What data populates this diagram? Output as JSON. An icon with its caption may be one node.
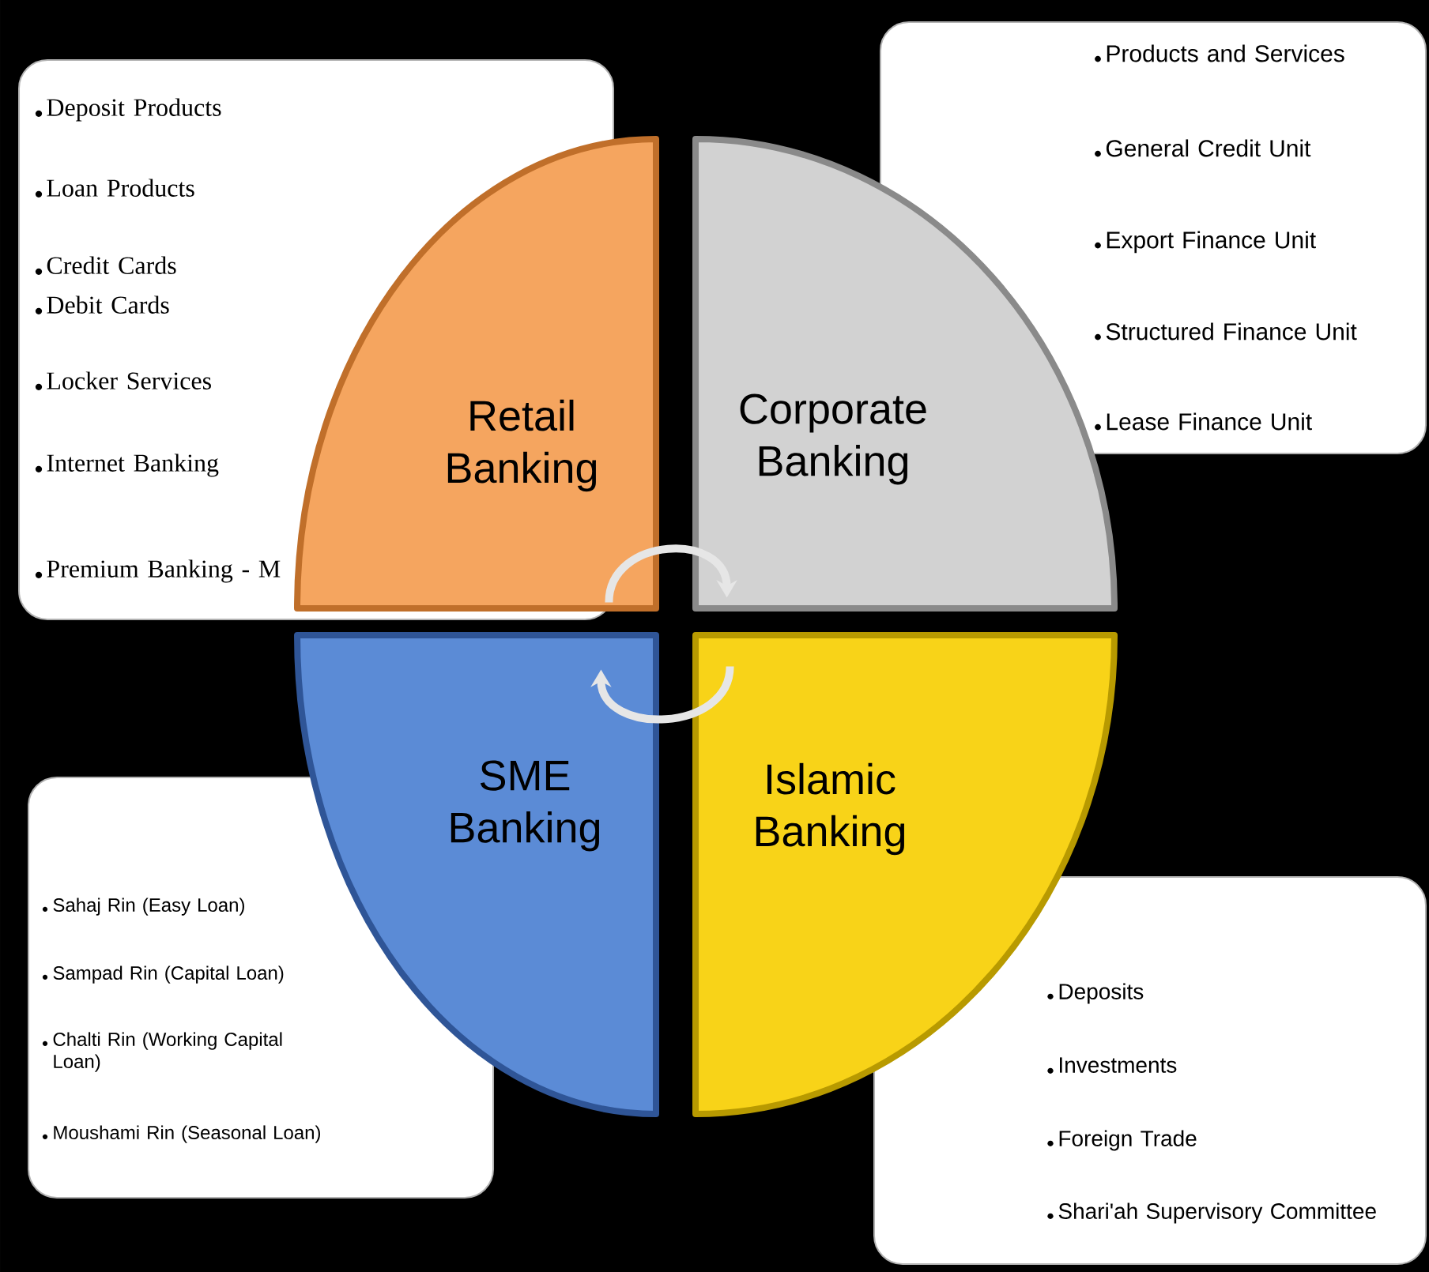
{
  "diagram": {
    "nodes": [
      {
        "text": [
          "Retail Banking"
        ]
      },
      {
        "text": [
          "Corporate Banking"
        ]
      },
      {
        "text": [
          "SME Banking"
        ]
      },
      {
        "text": [
          "Islamic Banking"
        ]
      },
      {
        "text": [
          "Deposit Products",
          "Loan Products",
          "Credit Cards",
          "Debit Cards",
          "Locker Services",
          "Internet Banking",
          "Premium Banking - M"
        ]
      },
      {
        "text": [
          "Products and Services",
          "General Credit Unit",
          "Export Finance Unit",
          "Structured Finance Unit",
          "Lease Finance Unit"
        ]
      },
      {
        "text": [
          "Sahaj Rin (Easy Loan)",
          "Sampad Rin (Capital Loan)",
          "Chalti Rin (Working Capital Loan)",
          "Moushami Rin (Seasonal Loan)"
        ]
      },
      {
        "text": [
          "Deposits",
          "Investments",
          "Foreign Trade",
          "Shari'ah Supervisory Committee"
        ]
      }
    ],
    "edges": [
      {
        "from": 0,
        "to": 1,
        "arrow": "to"
      },
      {
        "from": 3,
        "to": 2,
        "arrow": "to"
      }
    ]
  }
}
